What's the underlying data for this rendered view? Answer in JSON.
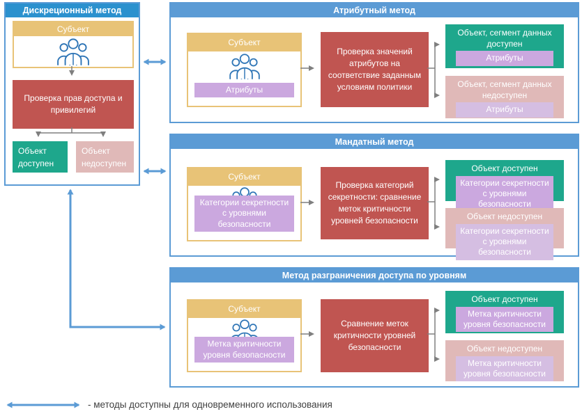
{
  "diagram": {
    "colors": {
      "left_header_blue": "#2B91CE",
      "panel_border_blue": "#5B9BD5",
      "subject_tan": "#E8C377",
      "check_red": "#C05551",
      "granted_green": "#1EA78C",
      "denied_pink": "#E0B9B8",
      "tag_purple": "#CBA8DF",
      "tag_purple_muted": "#D5BEE2",
      "arrow_gray": "#7F7F7F",
      "arrow_blue": "#5B9BD5",
      "people_icon_blue": "#2E75B6"
    },
    "panels": {
      "discretionary": {
        "title": "Дискреционный метод",
        "subject_label": "Субъект",
        "check_label": "Проверка прав доступа и привилегий",
        "granted_label": "Объект доступен",
        "denied_label": "Объект недоступен"
      },
      "attribute": {
        "title": "Атрибутный метод",
        "subject_label": "Субъект",
        "subject_tag": "Атрибуты",
        "check_label": "Проверка значений атрибутов на соответствие заданным условиям политики",
        "granted_title": "Объект, сегмент данных доступен",
        "granted_tag": "Атрибуты",
        "denied_title": "Объект, сегмент данных недоступен",
        "denied_tag": "Атрибуты"
      },
      "mandatory": {
        "title": "Мандатный метод",
        "subject_label": "Субъект",
        "subject_tag": "Категории секретности с уровнями безопасности",
        "check_label": "Проверка категорий секретности: сравнение меток критичности уровней безопасности",
        "granted_title": "Объект доступен",
        "granted_tag": "Категории секретности с уровнями безопасности",
        "denied_title": "Объект недоступен",
        "denied_tag": "Категории секретности с уровнями безопасности"
      },
      "levels": {
        "title": "Метод разграничения доступа по уровням",
        "subject_label": "Субъект",
        "subject_tag": "Метка критичности уровня безопасности",
        "check_label": "Сравнение меток критичности уровней безопасности",
        "granted_title": "Объект доступен",
        "granted_tag": "Метка критичности уровня безопасности",
        "denied_title": "Объект недоступен",
        "denied_tag": "Метка критичности уровня безопасности"
      }
    },
    "legend": {
      "arrow_icon": "double-arrow-icon",
      "text": "- методы доступны для одновременного использования"
    }
  }
}
